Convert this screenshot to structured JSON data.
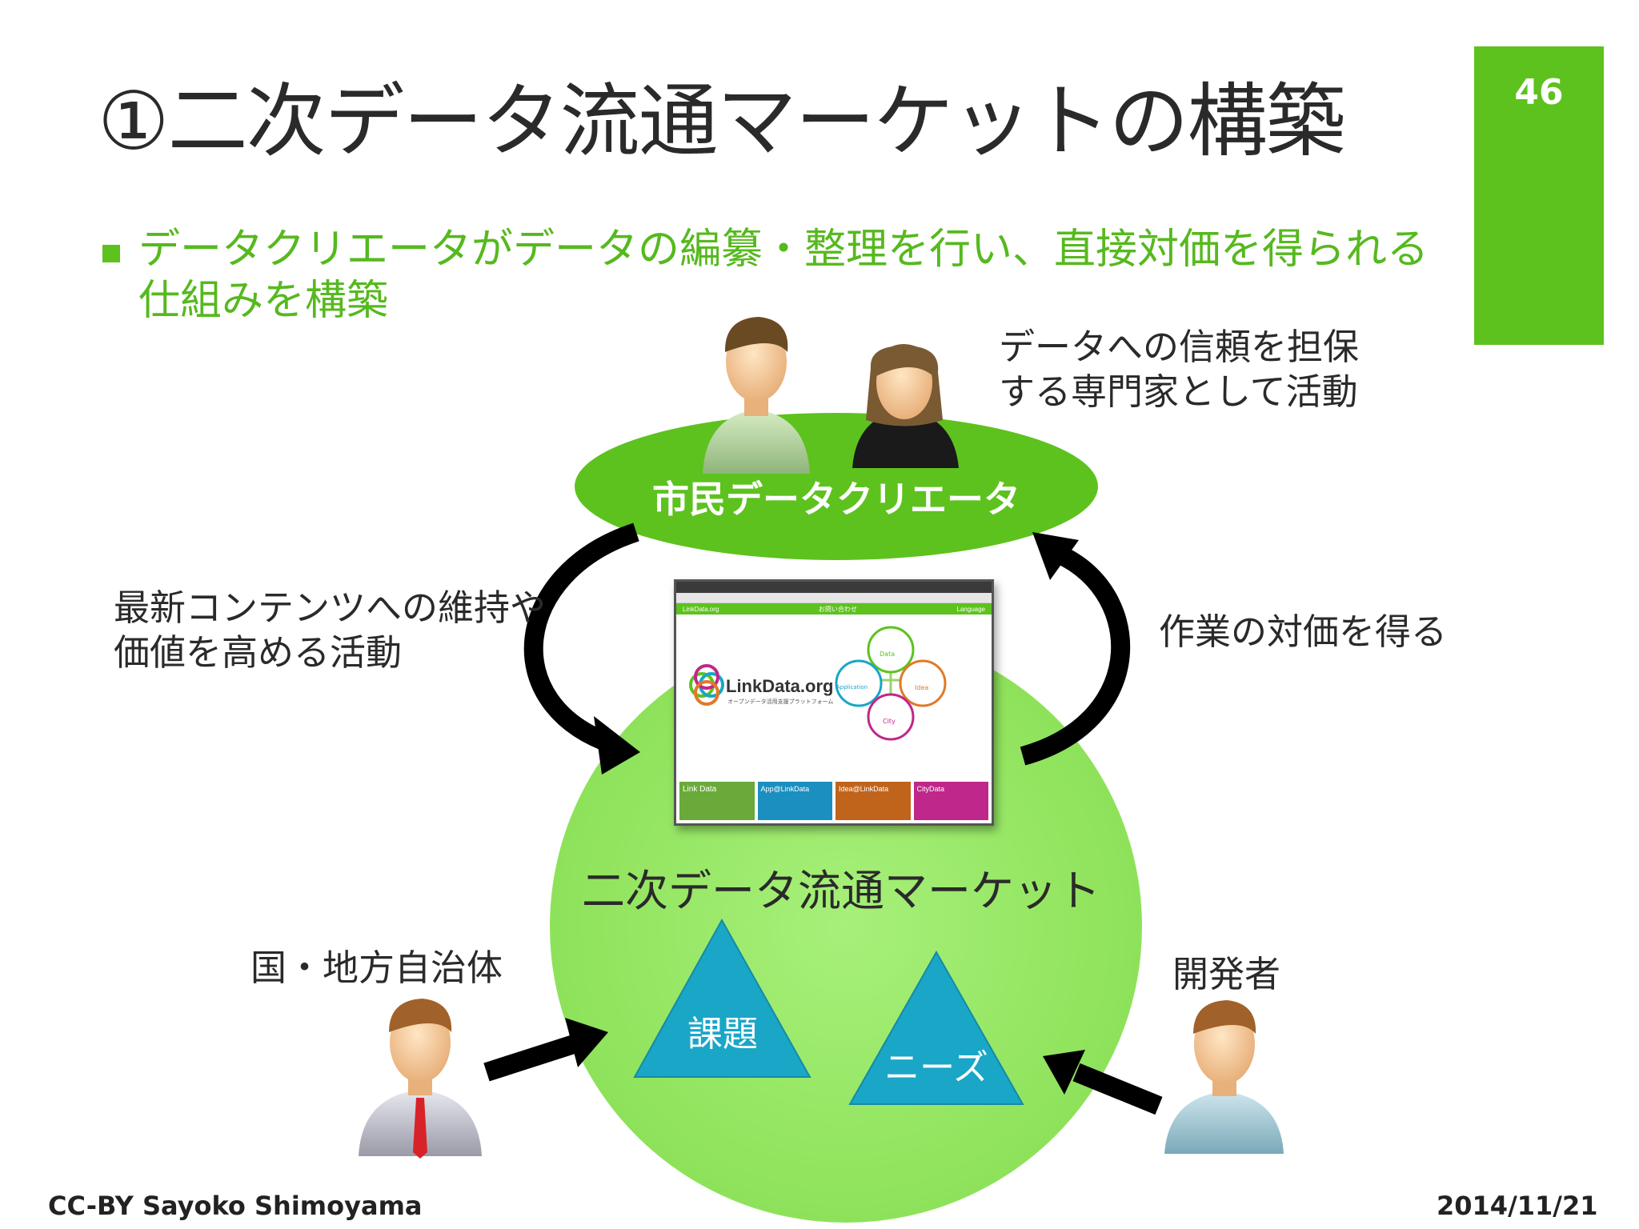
{
  "slide": {
    "title": "①二次データ流通マーケットの構築",
    "page_number": "46",
    "bullet": "データクリエータがデータの編纂・整理を行い、直接対価を得られる仕組みを構築"
  },
  "diagram": {
    "creator_label": "市民データクリエータ",
    "trust_note": "データへの信頼を担保する専門家として活動",
    "left_note": "最新コンテンツへの維持や価値を高める活動",
    "right_note": "作業の対価を得る",
    "market_label": "二次データ流通マーケット",
    "triangle_left": "課題",
    "triangle_right": "ニーズ",
    "gov_label": "国・地方自治体",
    "dev_label": "開発者"
  },
  "screenshot": {
    "logo": "LinkData.org",
    "subtitle": "オープンデータ活用支援プラットフォーム",
    "nav_left": "LinkData.org",
    "nav_mid": "お問い合わせ",
    "nav_right": "Language",
    "circle_top": "Data",
    "circle_left": "Application",
    "circle_right": "Idea",
    "circle_bottom": "City",
    "tile1": "Link Data",
    "tile2": "App@LinkData",
    "tile3": "Idea@LinkData",
    "tile4": "CityData"
  },
  "footer": {
    "license": "CC-BY Sayoko Shimoyama",
    "date": "2014/11/21"
  },
  "colors": {
    "accent_green": "#5dc21e",
    "light_green": "#8ee25a",
    "triangle_blue": "#1aa6c7"
  }
}
